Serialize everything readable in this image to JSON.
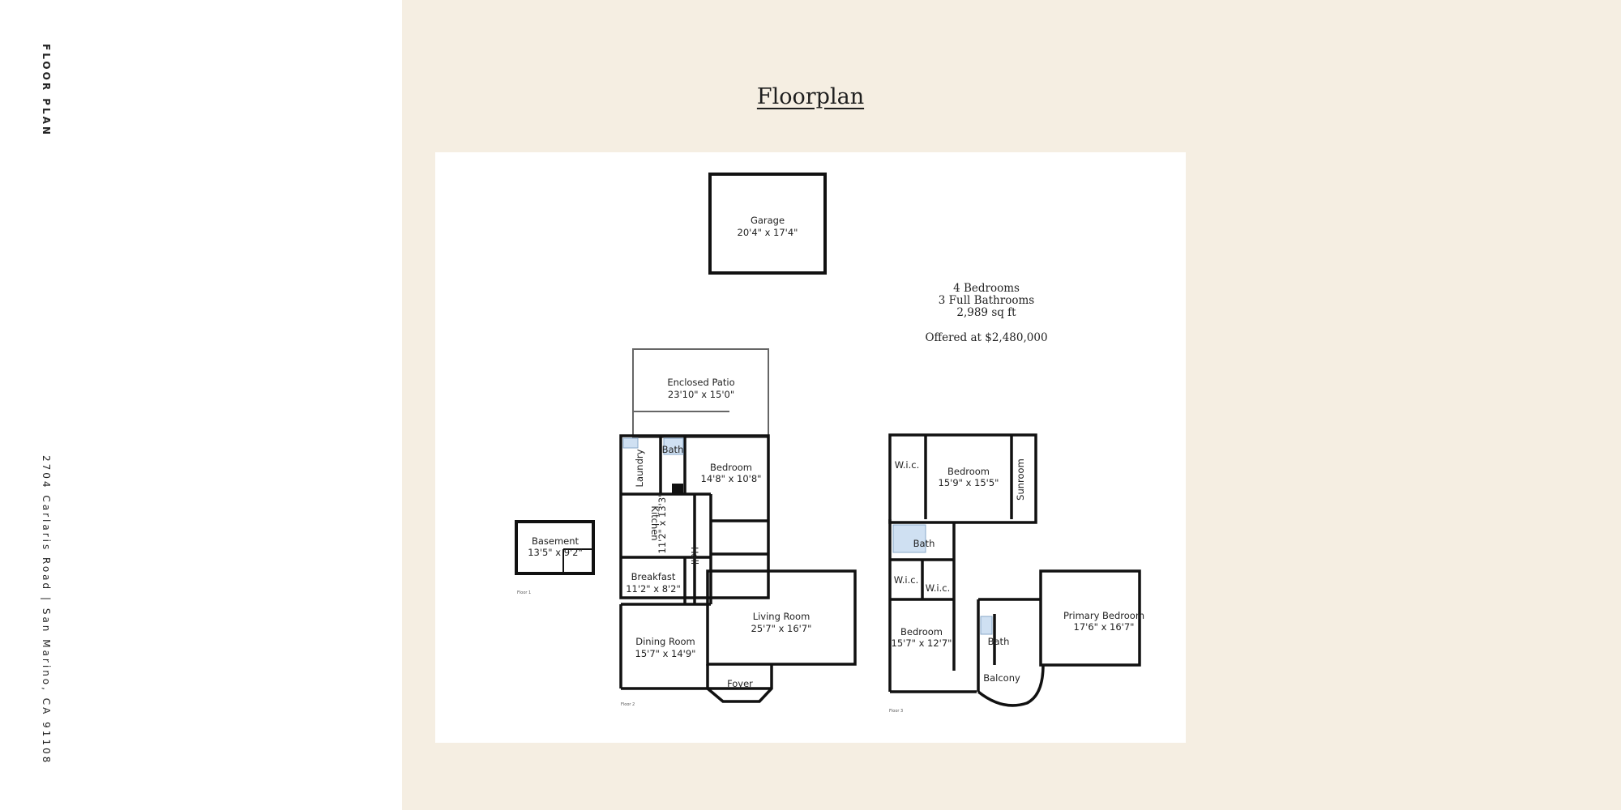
{
  "sidebar": {
    "section_title": "FLOOR PLAN",
    "address": "2704 Carlaris Road | San Marino, CA 91108"
  },
  "main": {
    "title": "Floorplan",
    "summary": {
      "bedrooms": "4 Bedrooms",
      "bathrooms": "3 Full Bathrooms",
      "area": "2,989 sq ft",
      "price": "Offered at $2,480,000"
    }
  },
  "floorplan": {
    "rooms": {
      "garage": {
        "name": "Garage",
        "dims": "20'4\" x 17'4\""
      },
      "enclosed_patio": {
        "name": "Enclosed Patio",
        "dims": "23'10\" x 15'0\""
      },
      "basement": {
        "name": "Basement",
        "dims": "13'5\" x 9'2\""
      },
      "laundry": {
        "name": "Laundry"
      },
      "bath_1": {
        "name": "Bath"
      },
      "bedroom_1": {
        "name": "Bedroom",
        "dims": "14'8\" x 10'8\""
      },
      "kitchen": {
        "name": "Kitchen",
        "dims": "11'2\" x 13'3\""
      },
      "hall": {
        "name": "Hall"
      },
      "breakfast": {
        "name": "Breakfast",
        "dims": "11'2\" x 8'2\""
      },
      "living_room": {
        "name": "Living Room",
        "dims": "25'7\" x 16'7\""
      },
      "dining_room": {
        "name": "Dining Room",
        "dims": "15'7\" x 14'9\""
      },
      "foyer": {
        "name": "Foyer"
      },
      "wic_1": {
        "name": "W.i.c."
      },
      "bedroom_2": {
        "name": "Bedroom",
        "dims": "15'9\" x 15'5\""
      },
      "sunroom": {
        "name": "Sunroom"
      },
      "bath_2": {
        "name": "Bath"
      },
      "wic_2": {
        "name": "W.i.c."
      },
      "wic_3": {
        "name": "W.i.c."
      },
      "bedroom_3": {
        "name": "Bedroom",
        "dims": "15'7\" x 12'7\""
      },
      "bath_3": {
        "name": "Bath"
      },
      "primary_bedroom": {
        "name": "Primary Bedroom",
        "dims": "17'6\" x 16'7\""
      },
      "balcony": {
        "name": "Balcony"
      }
    },
    "floor_labels": {
      "floor_1": "Floor 1",
      "floor_2": "Floor 2",
      "floor_3": "Floor 3"
    }
  }
}
